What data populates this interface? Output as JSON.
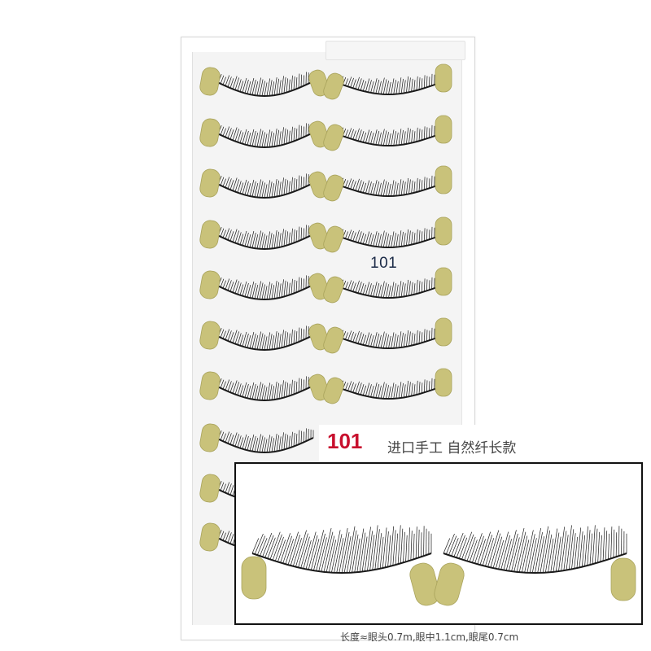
{
  "product": {
    "tray_print": "101",
    "model_label": "101",
    "name": "进口手工 自然纤长款",
    "lengths": "长度≈眼头0.7m,眼中1.1cm,眼尾0.7cm"
  },
  "colors": {
    "accent": "#c8102e",
    "tab": "#c9c27a",
    "lash": "#1a1a1a",
    "frame": "#111111"
  },
  "image": {
    "lash_pairs_visible": 10,
    "closeup_pairs": 1
  }
}
